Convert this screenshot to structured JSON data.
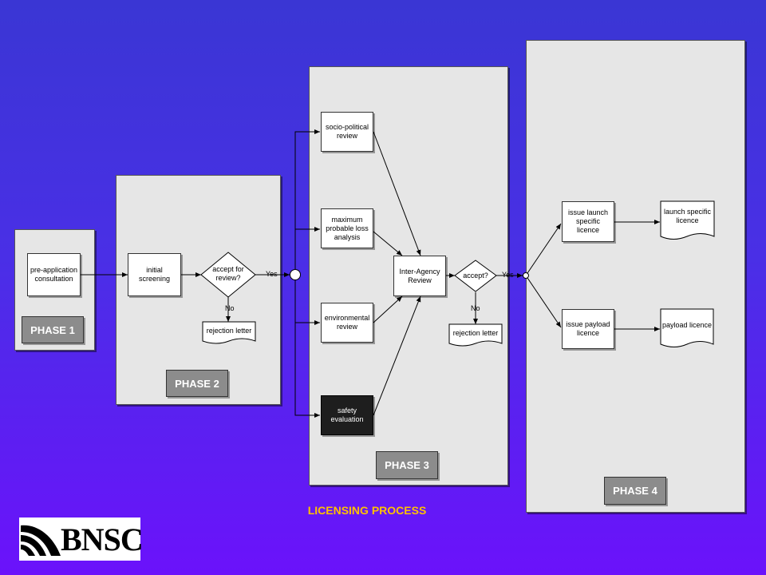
{
  "phases": {
    "p1": "PHASE 1",
    "p2": "PHASE 2",
    "p3": "PHASE 3",
    "p4": "PHASE 4"
  },
  "nodes": {
    "pre_application": "pre-application consultation",
    "initial_screening": "initial screening",
    "accept_for_review": "accept for review?",
    "rejection_letter_1": "rejection letter",
    "socio_political": "socio-political review",
    "max_probable_loss": "maximum probable loss analysis",
    "environmental": "environmental review",
    "safety_evaluation": "safety evaluation",
    "inter_agency": "Inter-Agency Review",
    "accept": "accept?",
    "rejection_letter_2": "rejection letter",
    "issue_launch": "issue launch specific licence",
    "launch_specific_licence": "launch specific licence",
    "issue_payload": "issue payload licence",
    "payload_licence": "payload licence"
  },
  "edge_labels": {
    "yes_1": "Yes",
    "no_1": "No",
    "yes_2": "Yes",
    "no_2": "No"
  },
  "caption": "LICENSING PROCESS",
  "logo": {
    "text": "BNSC"
  },
  "colors": {
    "background_top": "#3a36d4",
    "background_bottom": "#6b12fb",
    "panel": "#e6e6e6",
    "phase_label": "#8c8c8c",
    "caption": "#ffc000"
  }
}
